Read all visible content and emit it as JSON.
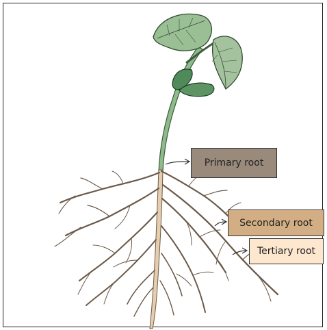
{
  "labels": {
    "primary": "Primary root",
    "secondary": "Secondary root",
    "tertiary": "Tertiary root"
  },
  "colors": {
    "root_fill": "#e5cdae",
    "root_stroke": "#6b5a4a",
    "stem": "#8dbb8a",
    "leaf": "#7fa878",
    "cotyledon": "#4f8a5a",
    "primary_box": "#9a8a7c",
    "secondary_box": "#d3ae84",
    "tertiary_box": "#fde7cf"
  }
}
